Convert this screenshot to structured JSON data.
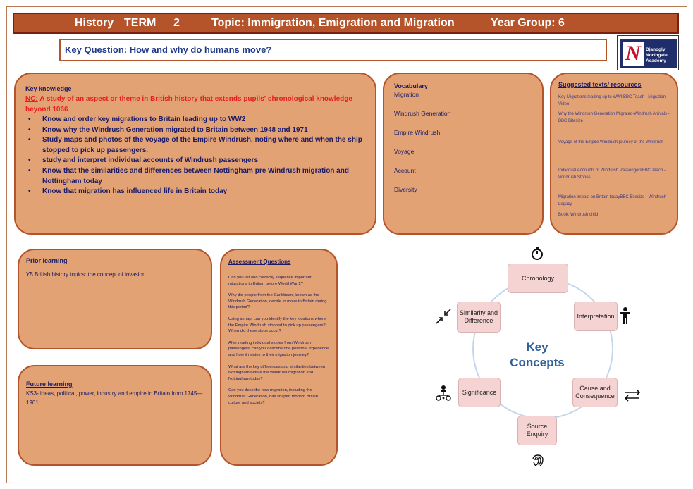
{
  "header": {
    "subject": "History",
    "term_label": "TERM",
    "term_number": "2",
    "topic": "Topic: Immigration, Emigration and Migration",
    "year_group": "Year Group: 6"
  },
  "key_question": "Key Question: How and why do humans move?",
  "logo": {
    "mark": "N",
    "line1": "Djanogly",
    "line2": "Northgate",
    "line3": "Academy"
  },
  "key_knowledge": {
    "heading": "Key knowledge",
    "nc_label": "NC:",
    "nc_text": " A study of an aspect or theme in British history that extends pupils' chronological knowledge beyond 1066",
    "bullets": [
      "Know and order key migrations to Britain leading up to WW2",
      "Know why the Windrush Generation migrated to Britain between 1948 and 1971",
      "Study maps and photos of the voyage of the Empire Windrush, noting where and when the ship stopped to pick up passengers.",
      "study and interpret individual accounts of Windrush passengers",
      "Know that  the similarities and differences between Nottingham pre Windrush migration and Nottingham today",
      "Know that migration has influenced life in Britain today"
    ]
  },
  "vocabulary": {
    "heading": "Vocabulary",
    "items": [
      "Migration",
      "Windrush Generation",
      "Empire Windrush",
      "Voyage",
      "Account",
      "Diversity"
    ]
  },
  "resources": {
    "heading": "Suggested texts/ resources",
    "items": [
      "Key Migrations leading up to WWIIBBC Teach - Migration Video",
      "Why the Windrush Generation Migrated-Windrush Arrivals - BBC Bitesize",
      "Voyage of the Empire Windrush journey of the Windrush",
      "Individual Accounts of Windrush PassengersBBC Teach - Windrush Stories",
      "Migration impact on Britain todayBBC Bitesize - Windrush Legacy",
      "Book: Windrush child"
    ]
  },
  "prior_learning": {
    "heading": "Prior learning",
    "text": "Y5 British history topics: the concept of invasion"
  },
  "future_learning": {
    "heading": "Future learning",
    "text": "KS3- ideas, political, power, industry and empire in Britain from 1745—1901"
  },
  "assessment": {
    "heading": "Assessment Questions",
    "questions": [
      "Can you list and correctly sequence important migrations to Britain before World War 2?",
      "Why did people from the Caribbean, known as the Windrush Generation, decide to move to Britain during this period?",
      "Using a map, can you identify the key locations where the Empire Windrush stopped to pick up passengers? When did these stops occur?",
      "After reading individual stories from Windrush passengers, can you describe one personal experience and how it relates to their migration journey?",
      "What are the key differences and similarities between Nottingham before the Windrush migration and Nottingham today?",
      "Can you describe how migration, including the Windrush Generation, has shaped modern British culture and society?"
    ]
  },
  "concepts": {
    "title_line1": "Key",
    "title_line2": "Concepts",
    "chronology": "Chronology",
    "interpretation": "Interpretation",
    "cause": "Cause and Consequence",
    "source": "Source Enquiry",
    "significance": "Significance",
    "similarity": "Similarity and Difference",
    "icons": [
      "stopwatch-icon",
      "person-icon",
      "arrows-exchange-icon",
      "fingerprint-icon",
      "network-people-icon",
      "compress-arrows-icon"
    ],
    "ring_color": "#c4d6ec",
    "node_color": "#f6d3d3"
  },
  "colors": {
    "header_bg": "#b5532b",
    "panel_bg": "#e2a274",
    "text_navy": "#1a1a66",
    "nc_red": "#e81e1e"
  }
}
